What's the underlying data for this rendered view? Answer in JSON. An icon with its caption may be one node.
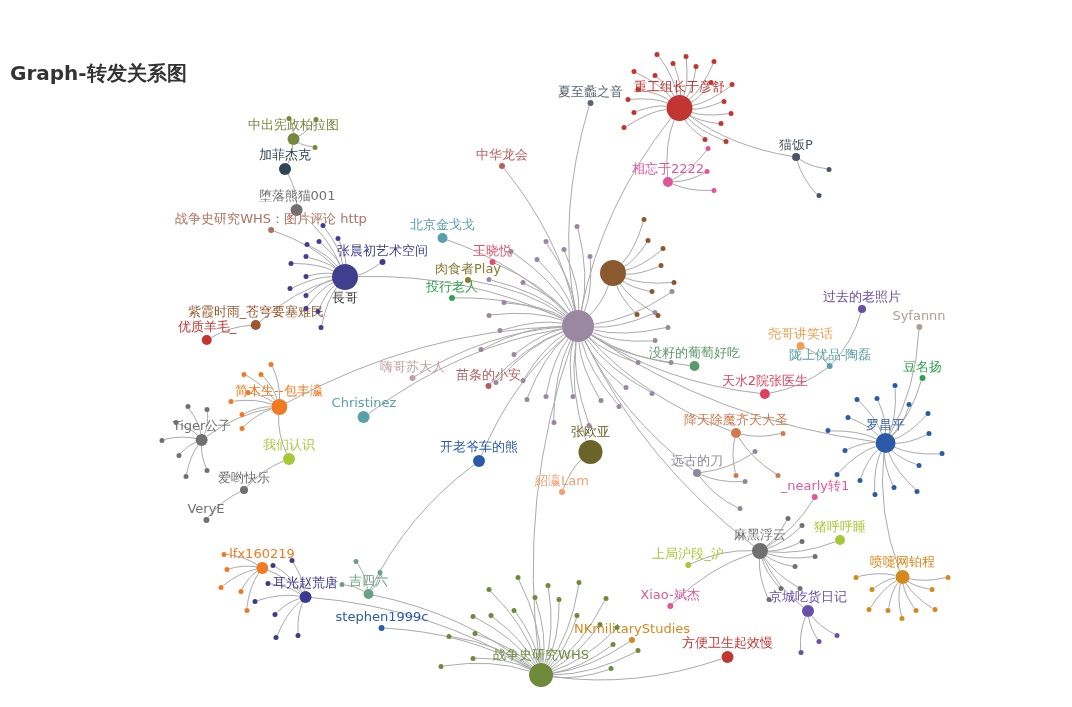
{
  "diagram": {
    "title": "Graph-转发关系图",
    "nodes": [
      {
        "text": [],
        "shape": "circle"
      },
      {
        "text": [
          "重工组长于彦舒"
        ]
      },
      {
        "text": [
          "夏至蠡之音"
        ]
      },
      {
        "text": [
          "猫饭P"
        ]
      },
      {
        "text": [
          "中华龙会"
        ]
      },
      {
        "text": [
          "相忘于2222"
        ]
      },
      {
        "text": [
          "中出宪政柏拉图"
        ]
      },
      {
        "text": [
          "加菲杰克"
        ]
      },
      {
        "text": [
          "堕落熊猫001"
        ]
      },
      {
        "text": [
          "战争史研究WHS：图片评论 http"
        ]
      },
      {
        "text": [
          "张晨初艺术空间"
        ]
      },
      {
        "text": [
          "北京金戈戈"
        ]
      },
      {
        "text": [
          "王晓悦"
        ]
      },
      {
        "text": [
          "肉食者Play"
        ]
      },
      {
        "text": [
          "長哥"
        ]
      },
      {
        "text": [
          "投行老人"
        ]
      },
      {
        "text": [
          "紫霞时雨_苍穹要塞难民"
        ]
      },
      {
        "text": [
          "优质羊毛_"
        ]
      },
      {
        "text": [],
        "shape": "circle"
      },
      {
        "text": [
          "过去的老照片"
        ]
      },
      {
        "text": [
          "尧哥讲笑话"
        ]
      },
      {
        "text": [
          "陇上优品-陶磊"
        ]
      },
      {
        "text": [
          "Syfannn"
        ]
      },
      {
        "text": [
          "豆名扬"
        ]
      },
      {
        "text": [
          "没籽的葡萄好吃"
        ]
      },
      {
        "text": [
          "嗨哥苏大人"
        ]
      },
      {
        "text": [
          "苗条的小安"
        ]
      },
      {
        "text": [
          "天水2院张医生"
        ]
      },
      {
        "text": [
          "简木生--包丰瀛"
        ]
      },
      {
        "text": [
          "Christinez"
        ]
      },
      {
        "text": [
          "Tiger公子"
        ]
      },
      {
        "text": [
          "降天除魔齐天大圣"
        ]
      },
      {
        "text": [
          "罗昌平"
        ]
      },
      {
        "text": [
          "我们认识"
        ]
      },
      {
        "text": [
          "开老爷车的熊"
        ]
      },
      {
        "text": [
          "张欧亚"
        ]
      },
      {
        "text": [
          "紹瀛Lam"
        ]
      },
      {
        "text": [
          "爱哟快乐"
        ]
      },
      {
        "text": [
          "远古的刀"
        ]
      },
      {
        "text": [
          "_nearly转1"
        ]
      },
      {
        "text": [
          "VeryE"
        ]
      },
      {
        "text": [
          "麻黑浮云"
        ]
      },
      {
        "text": [
          "猪呼呼睡"
        ]
      },
      {
        "text": [
          "喷嚏网铂程"
        ]
      },
      {
        "text": [
          "上局沪段_沪"
        ]
      },
      {
        "text": [
          "Xiao-斌杰"
        ]
      },
      {
        "text": [
          "京城吃货日记"
        ]
      },
      {
        "text": [
          "lfx160219"
        ]
      },
      {
        "text": [
          "耳光赵荒唐"
        ]
      },
      {
        "text": [
          "吉四六"
        ]
      },
      {
        "text": [
          "stephen1999c"
        ]
      },
      {
        "text": [
          "NKmilitaryStudies"
        ]
      },
      {
        "text": [
          "方便卫生起效慢"
        ]
      },
      {
        "text": [
          "战争史研究WHS"
        ]
      },
      {
        "text": [],
        "shape": "circle"
      },
      {
        "text": [],
        "shape": "circle"
      },
      {
        "text": [],
        "shape": "circle"
      },
      {
        "text": [],
        "shape": "circle"
      },
      {
        "text": [],
        "shape": "circle"
      },
      {
        "text": [],
        "shape": "circle"
      },
      {
        "text": [],
        "shape": "circle"
      },
      {
        "text": [],
        "shape": "circle"
      },
      {
        "text": [],
        "shape": "circle"
      },
      {
        "text": [],
        "shape": "circle"
      },
      {
        "text": [],
        "shape": "circle"
      },
      {
        "text": [],
        "shape": "circle"
      },
      {
        "text": [],
        "shape": "circle"
      },
      {
        "text": [],
        "shape": "circle"
      },
      {
        "text": [],
        "shape": "circle"
      },
      {
        "text": [],
        "shape": "circle"
      },
      {
        "text": [],
        "shape": "circle"
      },
      {
        "text": [],
        "shape": "circle"
      },
      {
        "text": [],
        "shape": "circle"
      },
      {
        "text": [],
        "shape": "circle"
      },
      {
        "text": [],
        "shape": "circle"
      },
      {
        "text": [],
        "shape": "circle"
      },
      {
        "text": [],
        "shape": "circle"
      },
      {
        "text": [],
        "shape": "circle"
      },
      {
        "text": [],
        "shape": "circle"
      },
      {
        "text": [],
        "shape": "circle"
      },
      {
        "text": [],
        "shape": "circle"
      },
      {
        "text": [],
        "shape": "circle"
      },
      {
        "text": [],
        "shape": "circle"
      },
      {
        "text": [],
        "shape": "circle"
      },
      {
        "text": [],
        "shape": "circle"
      },
      {
        "text": [],
        "shape": "circle"
      },
      {
        "text": [],
        "shape": "circle"
      },
      {
        "text": [],
        "shape": "circle"
      },
      {
        "text": [],
        "shape": "circle"
      },
      {
        "text": [],
        "shape": "circle"
      },
      {
        "text": [],
        "shape": "circle"
      },
      {
        "text": [],
        "shape": "circle"
      },
      {
        "text": [],
        "shape": "circle"
      },
      {
        "text": [],
        "shape": "circle"
      },
      {
        "text": [],
        "shape": "circle"
      },
      {
        "text": [],
        "shape": "circle"
      },
      {
        "text": [],
        "shape": "circle"
      },
      {
        "text": [],
        "shape": "circle"
      },
      {
        "text": [],
        "shape": "circle"
      },
      {
        "text": [],
        "shape": "circle"
      },
      {
        "text": [],
        "shape": "circle"
      },
      {
        "text": [],
        "shape": "circle"
      },
      {
        "text": [],
        "shape": "circle"
      },
      {
        "text": [],
        "shape": "circle"
      },
      {
        "text": [],
        "shape": "circle"
      },
      {
        "text": [],
        "shape": "circle"
      },
      {
        "text": [],
        "shape": "circle"
      },
      {
        "text": [],
        "shape": "circle"
      },
      {
        "text": [],
        "shape": "circle"
      },
      {
        "text": [],
        "shape": "circle"
      },
      {
        "text": [],
        "shape": "circle"
      },
      {
        "text": [],
        "shape": "circle"
      },
      {
        "text": [],
        "shape": "circle"
      },
      {
        "text": [],
        "shape": "circle"
      },
      {
        "text": [],
        "shape": "circle"
      },
      {
        "text": [],
        "shape": "circle"
      },
      {
        "text": [],
        "shape": "circle"
      },
      {
        "text": [],
        "shape": "circle"
      },
      {
        "text": [],
        "shape": "circle"
      },
      {
        "text": [],
        "shape": "circle"
      },
      {
        "text": [],
        "shape": "circle"
      },
      {
        "text": [],
        "shape": "circle"
      },
      {
        "text": [],
        "shape": "circle"
      },
      {
        "text": [],
        "shape": "circle"
      },
      {
        "text": [],
        "shape": "circle"
      },
      {
        "text": [],
        "shape": "circle"
      },
      {
        "text": [],
        "shape": "circle"
      },
      {
        "text": [],
        "shape": "circle"
      },
      {
        "text": [],
        "shape": "circle"
      },
      {
        "text": [],
        "shape": "circle"
      },
      {
        "text": [],
        "shape": "circle"
      },
      {
        "text": [],
        "shape": "circle"
      },
      {
        "text": [],
        "shape": "circle"
      },
      {
        "text": [],
        "shape": "circle"
      },
      {
        "text": [],
        "shape": "circle"
      },
      {
        "text": [],
        "shape": "circle"
      },
      {
        "text": [],
        "shape": "circle"
      },
      {
        "text": [],
        "shape": "circle"
      },
      {
        "text": [],
        "shape": "circle"
      },
      {
        "text": [],
        "shape": "circle"
      },
      {
        "text": [],
        "shape": "circle"
      },
      {
        "text": [],
        "shape": "circle"
      },
      {
        "text": [],
        "shape": "circle"
      },
      {
        "text": [],
        "shape": "circle"
      },
      {
        "text": [],
        "shape": "circle"
      },
      {
        "text": [],
        "shape": "circle"
      },
      {
        "text": [],
        "shape": "circle"
      },
      {
        "text": [],
        "shape": "circle"
      },
      {
        "text": [],
        "shape": "circle"
      },
      {
        "text": [],
        "shape": "circle"
      },
      {
        "text": [],
        "shape": "circle"
      },
      {
        "text": [],
        "shape": "circle"
      },
      {
        "text": [],
        "shape": "circle"
      },
      {
        "text": [],
        "shape": "circle"
      },
      {
        "text": [],
        "shape": "circle"
      },
      {
        "text": [],
        "shape": "circle"
      },
      {
        "text": [],
        "shape": "circle"
      },
      {
        "text": [],
        "shape": "circle"
      },
      {
        "text": [],
        "shape": "circle"
      },
      {
        "text": [],
        "shape": "circle"
      },
      {
        "text": [],
        "shape": "circle"
      },
      {
        "text": [],
        "shape": "circle"
      },
      {
        "text": [],
        "shape": "circle"
      },
      {
        "text": [],
        "shape": "circle"
      },
      {
        "text": [],
        "shape": "circle"
      },
      {
        "text": [],
        "shape": "circle"
      },
      {
        "text": [],
        "shape": "circle"
      },
      {
        "text": [],
        "shape": "circle"
      },
      {
        "text": [],
        "shape": "circle"
      },
      {
        "text": [],
        "shape": "circle"
      },
      {
        "text": [],
        "shape": "circle"
      },
      {
        "text": [],
        "shape": "circle"
      },
      {
        "text": [],
        "shape": "circle"
      },
      {
        "text": [],
        "shape": "circle"
      },
      {
        "text": [],
        "shape": "circle"
      },
      {
        "text": [],
        "shape": "circle"
      },
      {
        "text": [],
        "shape": "circle"
      },
      {
        "text": [],
        "shape": "circle"
      },
      {
        "text": [],
        "shape": "circle"
      },
      {
        "text": [],
        "shape": "circle"
      },
      {
        "text": [],
        "shape": "circle"
      },
      {
        "text": [],
        "shape": "circle"
      },
      {
        "text": [],
        "shape": "circle"
      },
      {
        "text": [],
        "shape": "circle"
      },
      {
        "text": [],
        "shape": "circle"
      },
      {
        "text": [],
        "shape": "circle"
      },
      {
        "text": [],
        "shape": "circle"
      },
      {
        "text": [],
        "shape": "circle"
      },
      {
        "text": [],
        "shape": "circle"
      },
      {
        "text": [],
        "shape": "circle"
      },
      {
        "text": [],
        "shape": "circle"
      },
      {
        "text": [],
        "shape": "circle"
      },
      {
        "text": [],
        "shape": "circle"
      },
      {
        "text": [],
        "shape": "circle"
      },
      {
        "text": [],
        "shape": "circle"
      },
      {
        "text": [],
        "shape": "circle"
      },
      {
        "text": [],
        "shape": "circle"
      },
      {
        "text": [],
        "shape": "circle"
      },
      {
        "text": [],
        "shape": "circle"
      },
      {
        "text": [],
        "shape": "circle"
      },
      {
        "text": [],
        "shape": "circle"
      },
      {
        "text": [],
        "shape": "circle"
      },
      {
        "text": [],
        "shape": "circle"
      },
      {
        "text": [],
        "shape": "circle"
      },
      {
        "text": [],
        "shape": "circle"
      },
      {
        "text": [],
        "shape": "circle"
      },
      {
        "text": [],
        "shape": "circle"
      },
      {
        "text": [],
        "shape": "circle"
      },
      {
        "text": [],
        "shape": "circle"
      },
      {
        "text": [],
        "shape": "circle"
      },
      {
        "text": [],
        "shape": "circle"
      },
      {
        "text": [],
        "shape": "circle"
      },
      {
        "text": [],
        "shape": "circle"
      },
      {
        "text": [],
        "shape": "circle"
      },
      {
        "text": [],
        "shape": "circle"
      },
      {
        "text": [],
        "shape": "circle"
      },
      {
        "text": [],
        "shape": "circle"
      },
      {
        "text": [],
        "shape": "circle"
      },
      {
        "text": [],
        "shape": "circle"
      },
      {
        "text": [],
        "shape": "circle"
      },
      {
        "text": [],
        "shape": "circle"
      }
    ],
    "edges": [
      {
        "from": 1,
        "to": 0,
        "arrow": "none"
      },
      {
        "from": 2,
        "to": 0,
        "arrow": "none"
      },
      {
        "from": 1,
        "to": 3,
        "arrow": "none"
      },
      {
        "from": 1,
        "to": 5,
        "arrow": "none"
      },
      {
        "from": 0,
        "to": 4,
        "arrow": "none"
      },
      {
        "from": 14,
        "to": 9,
        "arrow": "none"
      },
      {
        "from": 14,
        "to": 8,
        "arrow": "none"
      },
      {
        "from": 8,
        "to": 7,
        "arrow": "none"
      },
      {
        "from": 7,
        "to": 6,
        "arrow": "none"
      },
      {
        "from": 14,
        "to": 10,
        "arrow": "none"
      },
      {
        "from": 0,
        "to": 11,
        "arrow": "none"
      },
      {
        "from": 0,
        "to": 12,
        "arrow": "none"
      },
      {
        "from": 0,
        "to": 13,
        "arrow": "none"
      },
      {
        "from": 0,
        "to": 14,
        "arrow": "none"
      },
      {
        "from": 0,
        "to": 15,
        "arrow": "none"
      },
      {
        "from": 14,
        "to": 16,
        "arrow": "none"
      },
      {
        "from": 16,
        "to": 17,
        "arrow": "none"
      },
      {
        "from": 0,
        "to": 18,
        "arrow": "none"
      },
      {
        "from": 21,
        "to": 19,
        "arrow": "none"
      },
      {
        "from": 21,
        "to": 20,
        "arrow": "none"
      },
      {
        "from": 27,
        "to": 21,
        "arrow": "none"
      },
      {
        "from": 32,
        "to": 22,
        "arrow": "none"
      },
      {
        "from": 32,
        "to": 23,
        "arrow": "none"
      },
      {
        "from": 0,
        "to": 24,
        "arrow": "none"
      },
      {
        "from": 0,
        "to": 25,
        "arrow": "none"
      },
      {
        "from": 0,
        "to": 26,
        "arrow": "none"
      },
      {
        "from": 0,
        "to": 27,
        "arrow": "none"
      },
      {
        "from": 0,
        "to": 28,
        "arrow": "none"
      },
      {
        "from": 0,
        "to": 29,
        "arrow": "none"
      },
      {
        "from": 28,
        "to": 30,
        "arrow": "none"
      },
      {
        "from": 0,
        "to": 31,
        "arrow": "none"
      },
      {
        "from": 0,
        "to": 32,
        "arrow": "none"
      },
      {
        "from": 28,
        "to": 33,
        "arrow": "none"
      },
      {
        "from": 0,
        "to": 34,
        "arrow": "none"
      },
      {
        "from": 0,
        "to": 35,
        "arrow": "none"
      },
      {
        "from": 35,
        "to": 36,
        "arrow": "none"
      },
      {
        "from": 33,
        "to": 37,
        "arrow": "none"
      },
      {
        "from": 37,
        "to": 40,
        "arrow": "none"
      },
      {
        "from": 0,
        "to": 38,
        "arrow": "none"
      },
      {
        "from": 41,
        "to": 39,
        "arrow": "none"
      },
      {
        "from": 0,
        "to": 41,
        "arrow": "none"
      },
      {
        "from": 41,
        "to": 42,
        "arrow": "none"
      },
      {
        "from": 32,
        "to": 43,
        "arrow": "none"
      },
      {
        "from": 41,
        "to": 44,
        "arrow": "none"
      },
      {
        "from": 41,
        "to": 45,
        "arrow": "none"
      },
      {
        "from": 41,
        "to": 46,
        "arrow": "none"
      },
      {
        "from": 48,
        "to": 47,
        "arrow": "none"
      },
      {
        "from": 53,
        "to": 48,
        "arrow": "none"
      },
      {
        "from": 53,
        "to": 49,
        "arrow": "none"
      },
      {
        "from": 34,
        "to": 49,
        "arrow": "none"
      },
      {
        "from": 53,
        "to": 50,
        "arrow": "none"
      },
      {
        "from": 53,
        "to": 51,
        "arrow": "none"
      },
      {
        "from": 53,
        "to": 52,
        "arrow": "none"
      },
      {
        "from": 0,
        "to": 53,
        "arrow": "none"
      },
      {
        "from": 0,
        "to": 54,
        "arrow": "none"
      },
      {
        "from": 0,
        "to": 55,
        "arrow": "none"
      },
      {
        "from": 0,
        "to": 56,
        "arrow": "none"
      },
      {
        "from": 0,
        "to": 57,
        "arrow": "none"
      },
      {
        "from": 0,
        "to": 58,
        "arrow": "none"
      },
      {
        "from": 0,
        "to": 59,
        "arrow": "none"
      },
      {
        "from": 0,
        "to": 60,
        "arrow": "none"
      },
      {
        "from": 0,
        "to": 61,
        "arrow": "none"
      },
      {
        "from": 0,
        "to": 62,
        "arrow": "none"
      },
      {
        "from": 0,
        "to": 63,
        "arrow": "none"
      },
      {
        "from": 0,
        "to": 64,
        "arrow": "none"
      },
      {
        "from": 0,
        "to": 65,
        "arrow": "none"
      },
      {
        "from": 0,
        "to": 66,
        "arrow": "none"
      },
      {
        "from": 0,
        "to": 67,
        "arrow": "none"
      },
      {
        "from": 0,
        "to": 68,
        "arrow": "none"
      },
      {
        "from": 0,
        "to": 69,
        "arrow": "none"
      },
      {
        "from": 0,
        "to": 70,
        "arrow": "none"
      },
      {
        "from": 0,
        "to": 71,
        "arrow": "none"
      },
      {
        "from": 0,
        "to": 72,
        "arrow": "none"
      },
      {
        "from": 0,
        "to": 73,
        "arrow": "none"
      },
      {
        "from": 0,
        "to": 74,
        "arrow": "none"
      },
      {
        "from": 0,
        "to": 75,
        "arrow": "none"
      },
      {
        "from": 0,
        "to": 76,
        "arrow": "none"
      },
      {
        "from": 0,
        "to": 77,
        "arrow": "none"
      },
      {
        "from": 0,
        "to": 78,
        "arrow": "none"
      },
      {
        "from": 0,
        "to": 79,
        "arrow": "none"
      },
      {
        "from": 0,
        "to": 80,
        "arrow": "none"
      },
      {
        "from": 0,
        "to": 81,
        "arrow": "none"
      },
      {
        "from": 0,
        "to": 82,
        "arrow": "none"
      },
      {
        "from": 0,
        "to": 83,
        "arrow": "none"
      },
      {
        "from": 1,
        "to": 84,
        "arrow": "none"
      },
      {
        "from": 1,
        "to": 85,
        "arrow": "none"
      },
      {
        "from": 1,
        "to": 86,
        "arrow": "none"
      },
      {
        "from": 1,
        "to": 87,
        "arrow": "none"
      },
      {
        "from": 1,
        "to": 88,
        "arrow": "none"
      },
      {
        "from": 1,
        "to": 89,
        "arrow": "none"
      },
      {
        "from": 1,
        "to": 90,
        "arrow": "none"
      },
      {
        "from": 1,
        "to": 91,
        "arrow": "none"
      },
      {
        "from": 1,
        "to": 92,
        "arrow": "none"
      },
      {
        "from": 1,
        "to": 93,
        "arrow": "none"
      },
      {
        "from": 1,
        "to": 94,
        "arrow": "none"
      },
      {
        "from": 1,
        "to": 95,
        "arrow": "none"
      },
      {
        "from": 1,
        "to": 96,
        "arrow": "none"
      },
      {
        "from": 1,
        "to": 97,
        "arrow": "none"
      },
      {
        "from": 1,
        "to": 98,
        "arrow": "none"
      },
      {
        "from": 1,
        "to": 99,
        "arrow": "none"
      },
      {
        "from": 1,
        "to": 100,
        "arrow": "none"
      },
      {
        "from": 1,
        "to": 101,
        "arrow": "none"
      },
      {
        "from": 14,
        "to": 102,
        "arrow": "none"
      },
      {
        "from": 14,
        "to": 103,
        "arrow": "none"
      },
      {
        "from": 14,
        "to": 104,
        "arrow": "none"
      },
      {
        "from": 14,
        "to": 105,
        "arrow": "none"
      },
      {
        "from": 14,
        "to": 106,
        "arrow": "none"
      },
      {
        "from": 14,
        "to": 107,
        "arrow": "none"
      },
      {
        "from": 14,
        "to": 108,
        "arrow": "none"
      },
      {
        "from": 14,
        "to": 109,
        "arrow": "none"
      },
      {
        "from": 14,
        "to": 110,
        "arrow": "none"
      },
      {
        "from": 14,
        "to": 111,
        "arrow": "none"
      },
      {
        "from": 14,
        "to": 112,
        "arrow": "none"
      },
      {
        "from": 14,
        "to": 113,
        "arrow": "none"
      },
      {
        "from": 32,
        "to": 114,
        "arrow": "none"
      },
      {
        "from": 32,
        "to": 115,
        "arrow": "none"
      },
      {
        "from": 32,
        "to": 116,
        "arrow": "none"
      },
      {
        "from": 32,
        "to": 117,
        "arrow": "none"
      },
      {
        "from": 32,
        "to": 118,
        "arrow": "none"
      },
      {
        "from": 32,
        "to": 119,
        "arrow": "none"
      },
      {
        "from": 32,
        "to": 120,
        "arrow": "none"
      },
      {
        "from": 32,
        "to": 121,
        "arrow": "none"
      },
      {
        "from": 32,
        "to": 122,
        "arrow": "none"
      },
      {
        "from": 32,
        "to": 123,
        "arrow": "none"
      },
      {
        "from": 32,
        "to": 124,
        "arrow": "none"
      },
      {
        "from": 32,
        "to": 125,
        "arrow": "none"
      },
      {
        "from": 32,
        "to": 126,
        "arrow": "none"
      },
      {
        "from": 32,
        "to": 127,
        "arrow": "none"
      },
      {
        "from": 32,
        "to": 128,
        "arrow": "none"
      },
      {
        "from": 32,
        "to": 129,
        "arrow": "none"
      },
      {
        "from": 53,
        "to": 130,
        "arrow": "none"
      },
      {
        "from": 53,
        "to": 131,
        "arrow": "none"
      },
      {
        "from": 53,
        "to": 132,
        "arrow": "none"
      },
      {
        "from": 53,
        "to": 133,
        "arrow": "none"
      },
      {
        "from": 53,
        "to": 134,
        "arrow": "none"
      },
      {
        "from": 53,
        "to": 135,
        "arrow": "none"
      },
      {
        "from": 53,
        "to": 136,
        "arrow": "none"
      },
      {
        "from": 53,
        "to": 137,
        "arrow": "none"
      },
      {
        "from": 53,
        "to": 138,
        "arrow": "none"
      },
      {
        "from": 53,
        "to": 139,
        "arrow": "none"
      },
      {
        "from": 53,
        "to": 140,
        "arrow": "none"
      },
      {
        "from": 53,
        "to": 141,
        "arrow": "none"
      },
      {
        "from": 53,
        "to": 142,
        "arrow": "none"
      },
      {
        "from": 53,
        "to": 143,
        "arrow": "none"
      },
      {
        "from": 53,
        "to": 144,
        "arrow": "none"
      },
      {
        "from": 53,
        "to": 145,
        "arrow": "none"
      },
      {
        "from": 53,
        "to": 146,
        "arrow": "none"
      },
      {
        "from": 53,
        "to": 147,
        "arrow": "none"
      },
      {
        "from": 53,
        "to": 148,
        "arrow": "none"
      },
      {
        "from": 53,
        "to": 149,
        "arrow": "none"
      },
      {
        "from": 18,
        "to": 150,
        "arrow": "none"
      },
      {
        "from": 18,
        "to": 151,
        "arrow": "none"
      },
      {
        "from": 18,
        "to": 152,
        "arrow": "none"
      },
      {
        "from": 18,
        "to": 153,
        "arrow": "none"
      },
      {
        "from": 18,
        "to": 154,
        "arrow": "none"
      },
      {
        "from": 18,
        "to": 155,
        "arrow": "none"
      },
      {
        "from": 18,
        "to": 156,
        "arrow": "none"
      },
      {
        "from": 18,
        "to": 157,
        "arrow": "none"
      },
      {
        "from": 28,
        "to": 158,
        "arrow": "none"
      },
      {
        "from": 28,
        "to": 159,
        "arrow": "none"
      },
      {
        "from": 28,
        "to": 160,
        "arrow": "none"
      },
      {
        "from": 28,
        "to": 161,
        "arrow": "none"
      },
      {
        "from": 28,
        "to": 162,
        "arrow": "none"
      },
      {
        "from": 28,
        "to": 163,
        "arrow": "none"
      },
      {
        "from": 28,
        "to": 164,
        "arrow": "none"
      },
      {
        "from": 30,
        "to": 165,
        "arrow": "none"
      },
      {
        "from": 30,
        "to": 166,
        "arrow": "none"
      },
      {
        "from": 30,
        "to": 167,
        "arrow": "none"
      },
      {
        "from": 30,
        "to": 168,
        "arrow": "none"
      },
      {
        "from": 30,
        "to": 169,
        "arrow": "none"
      },
      {
        "from": 30,
        "to": 170,
        "arrow": "none"
      },
      {
        "from": 30,
        "to": 171,
        "arrow": "none"
      },
      {
        "from": 43,
        "to": 172,
        "arrow": "none"
      },
      {
        "from": 43,
        "to": 173,
        "arrow": "none"
      },
      {
        "from": 43,
        "to": 174,
        "arrow": "none"
      },
      {
        "from": 43,
        "to": 175,
        "arrow": "none"
      },
      {
        "from": 43,
        "to": 176,
        "arrow": "none"
      },
      {
        "from": 43,
        "to": 177,
        "arrow": "none"
      },
      {
        "from": 43,
        "to": 178,
        "arrow": "none"
      },
      {
        "from": 43,
        "to": 179,
        "arrow": "none"
      },
      {
        "from": 43,
        "to": 180,
        "arrow": "none"
      },
      {
        "from": 41,
        "to": 181,
        "arrow": "none"
      },
      {
        "from": 41,
        "to": 182,
        "arrow": "none"
      },
      {
        "from": 41,
        "to": 183,
        "arrow": "none"
      },
      {
        "from": 41,
        "to": 184,
        "arrow": "none"
      },
      {
        "from": 41,
        "to": 185,
        "arrow": "none"
      },
      {
        "from": 41,
        "to": 186,
        "arrow": "none"
      },
      {
        "from": 41,
        "to": 187,
        "arrow": "none"
      },
      {
        "from": 41,
        "to": 188,
        "arrow": "none"
      },
      {
        "from": 48,
        "to": 189,
        "arrow": "none"
      },
      {
        "from": 48,
        "to": 190,
        "arrow": "none"
      },
      {
        "from": 48,
        "to": 191,
        "arrow": "none"
      },
      {
        "from": 48,
        "to": 192,
        "arrow": "none"
      },
      {
        "from": 48,
        "to": 193,
        "arrow": "none"
      },
      {
        "from": 48,
        "to": 194,
        "arrow": "none"
      },
      {
        "from": 48,
        "to": 195,
        "arrow": "none"
      },
      {
        "from": 47,
        "to": 196,
        "arrow": "none"
      },
      {
        "from": 47,
        "to": 197,
        "arrow": "none"
      },
      {
        "from": 47,
        "to": 198,
        "arrow": "none"
      },
      {
        "from": 47,
        "to": 199,
        "arrow": "none"
      },
      {
        "from": 47,
        "to": 200,
        "arrow": "none"
      },
      {
        "from": 49,
        "to": 201,
        "arrow": "none"
      },
      {
        "from": 49,
        "to": 202,
        "arrow": "none"
      },
      {
        "from": 49,
        "to": 203,
        "arrow": "none"
      },
      {
        "from": 38,
        "to": 204,
        "arrow": "none"
      },
      {
        "from": 38,
        "to": 205,
        "arrow": "none"
      },
      {
        "from": 38,
        "to": 206,
        "arrow": "none"
      },
      {
        "from": 31,
        "to": 207,
        "arrow": "none"
      },
      {
        "from": 31,
        "to": 208,
        "arrow": "none"
      },
      {
        "from": 31,
        "to": 209,
        "arrow": "none"
      },
      {
        "from": 5,
        "to": 210,
        "arrow": "none"
      },
      {
        "from": 5,
        "to": 211,
        "arrow": "none"
      },
      {
        "from": 5,
        "to": 212,
        "arrow": "none"
      },
      {
        "from": 3,
        "to": 213,
        "arrow": "none"
      },
      {
        "from": 3,
        "to": 214,
        "arrow": "none"
      },
      {
        "from": 6,
        "to": 215,
        "arrow": "none"
      },
      {
        "from": 6,
        "to": 216,
        "arrow": "none"
      },
      {
        "from": 6,
        "to": 217,
        "arrow": "none"
      },
      {
        "from": 46,
        "to": 218,
        "arrow": "none"
      },
      {
        "from": 46,
        "to": 219,
        "arrow": "none"
      },
      {
        "from": 46,
        "to": 220,
        "arrow": "none"
      }
    ]
  }
}
